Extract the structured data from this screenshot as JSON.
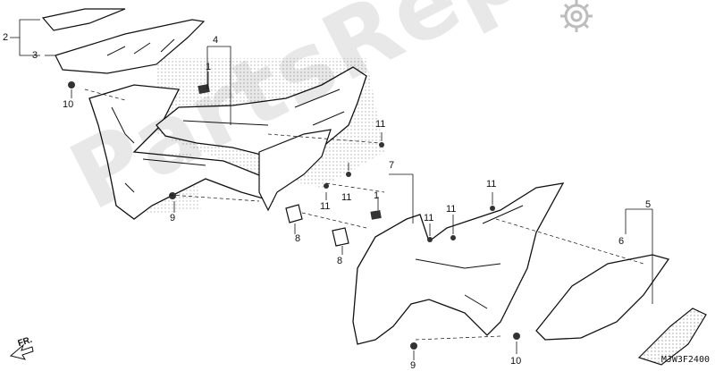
{
  "diagram": {
    "watermark": "PartsRepublik",
    "code": "MJW3F2400",
    "direction_label": "FR.",
    "callouts": {
      "c2": "2",
      "c3": "3",
      "c4": "4",
      "c1a": "1",
      "c10a": "10",
      "c11a": "11",
      "c11b": "11",
      "c11c": "11",
      "c11d": "11",
      "c11e": "11",
      "c11f": "11",
      "c9a": "9",
      "c8a": "8",
      "c7": "7",
      "c1b": "1",
      "c8b": "8",
      "c5": "5",
      "c6": "6",
      "c9b": "9",
      "c10b": "10"
    }
  },
  "colors": {
    "line": "#111111",
    "watermark": "#000000",
    "stipple": "#bdbdbd"
  },
  "icons": [
    "gear-icon",
    "front-arrow-icon"
  ]
}
